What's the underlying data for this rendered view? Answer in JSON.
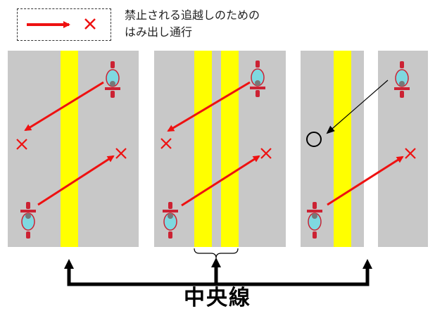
{
  "legend": {
    "line1": "禁止される追越しのための",
    "line2": "はみ出し通行",
    "arrow_color": "#ee1111",
    "forbidden_mark": "✕",
    "forbidden_color": "#ee1111"
  },
  "center_line_label": "中央線",
  "allowed_mark": "○",
  "colors": {
    "road": "#c8c8c8",
    "center_line": "#ffff00",
    "white_line": "#ffffff",
    "forbidden_arrow": "#ee1111",
    "pointer_arrow": "#000000"
  },
  "panels": [
    {
      "center_marking": "single yellow line",
      "passing_allowed": false
    },
    {
      "center_marking": "double yellow lines",
      "passing_allowed": false
    },
    {
      "center_marking": "yellow line and white line",
      "passing_allowed": "right of yellow line"
    }
  ]
}
